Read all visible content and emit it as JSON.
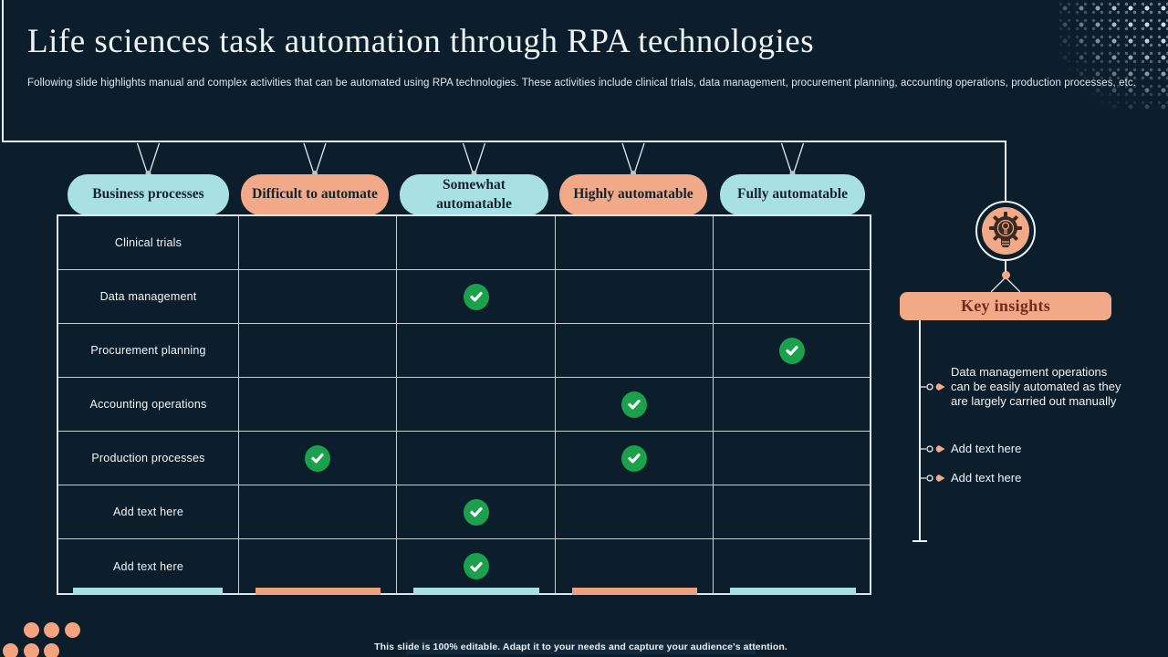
{
  "slide": {
    "title": "Life sciences task automation through RPA technologies",
    "subtitle": "Following slide highlights manual and complex activities that can be automated using RPA technologies. These activities include clinical trials, data management,  procurement planning, accounting operations, production processes, etc.",
    "footer": "This slide is 100% editable. Adapt it to your needs and capture your audience's attention."
  },
  "colors": {
    "background": "#0c1d2b",
    "teal": "#a9e0e3",
    "peach": "#f1a987",
    "check_green": "#1ba14c",
    "line_white": "#e9f0f4",
    "pill_text": "#132330",
    "banner_text": "#6f2d1c"
  },
  "icons": {
    "badge": "gear-lightbulb-icon",
    "cell_mark": "checkmark-icon",
    "bullet": "arrow-bullet-icon"
  },
  "matrix": {
    "columns": [
      {
        "label": "Business processes",
        "color": "teal"
      },
      {
        "label": "Difficult to automate",
        "color": "peach"
      },
      {
        "label": "Somewhat automatable",
        "color": "teal"
      },
      {
        "label": "Highly automatable",
        "color": "peach"
      },
      {
        "label": "Fully automatable",
        "color": "teal"
      }
    ],
    "rows": [
      {
        "label": "Clinical trials",
        "placeholder": false,
        "checks": [
          false,
          false,
          false,
          false
        ]
      },
      {
        "label": "Data management",
        "placeholder": false,
        "checks": [
          false,
          true,
          false,
          false
        ]
      },
      {
        "label": "Procurement planning",
        "placeholder": false,
        "checks": [
          false,
          false,
          false,
          true
        ]
      },
      {
        "label": "Accounting operations",
        "placeholder": false,
        "checks": [
          false,
          false,
          true,
          false
        ]
      },
      {
        "label": "Production processes",
        "placeholder": false,
        "checks": [
          true,
          false,
          true,
          false
        ]
      },
      {
        "label": "Add text here",
        "placeholder": true,
        "checks": [
          false,
          true,
          false,
          false
        ]
      },
      {
        "label": "Add text here",
        "placeholder": true,
        "checks": [
          false,
          true,
          false,
          false
        ]
      }
    ],
    "footer_bar_colors": [
      "teal",
      "peach",
      "teal",
      "peach",
      "teal"
    ]
  },
  "key_insights": {
    "title": "Key insights",
    "items": [
      {
        "text": "Data management operations can be easily automated as they are largely carried out manually",
        "placeholder": false
      },
      {
        "text": "Add text here",
        "placeholder": true
      },
      {
        "text": "Add text here",
        "placeholder": true
      }
    ]
  }
}
